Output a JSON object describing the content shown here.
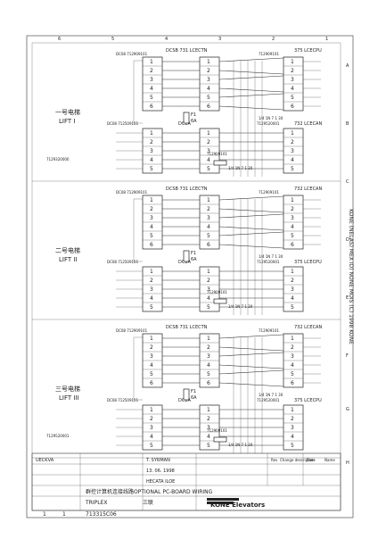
{
  "frame": {
    "top_columns": [
      "6",
      "5",
      "4",
      "3",
      "2",
      "1"
    ],
    "side_rows": [
      "A",
      "B",
      "C",
      "D",
      "E",
      "F",
      "G",
      "H"
    ],
    "vertical_title": "KONE (NELAS) MEX ID) NONE MOIS (C) 1998 KONE"
  },
  "lifts": [
    {
      "label_cn": "一号电梯",
      "label_en": "LIFT I",
      "left_top": {
        "code": "DC08  712909101",
        "header": "DCSB  731  LCECTN"
      },
      "right_top": {
        "code": "712909101",
        "header": "375  LCECPU"
      },
      "fuse": {
        "label": "F1",
        "value": "6A"
      },
      "ground": "1/4 1N 7 1 30",
      "left_bottom": {
        "code": "DC08  712509101",
        "header": "DC2A"
      },
      "right_bottom": {
        "code": "7129520001",
        "header": "732  LCECAN"
      },
      "misc": {
        "cable": "7129320000",
        "small": "712909101"
      }
    },
    {
      "label_cn": "二号电梯",
      "label_en": "LIFT II",
      "left_top": {
        "code": "DC08  712909101",
        "header": "DCSB  731  LCECTN"
      },
      "right_top": {
        "code": "712909101",
        "header": "732  LCECAN"
      },
      "fuse": {
        "label": "F1",
        "value": "6A"
      },
      "ground": "1/4 1N 7 1 30",
      "left_bottom": {
        "code": "DC08  712509101",
        "header": "DC2A"
      },
      "right_bottom": {
        "code": "7129520001",
        "header": "375  LCECPU"
      },
      "misc": {
        "cable": "",
        "small": "712909101"
      }
    },
    {
      "label_cn": "三号电梯",
      "label_en": "LIFT III",
      "left_top": {
        "code": "DC08  712909101",
        "header": "DCSB  731  LCECTN"
      },
      "right_top": {
        "code": "712909101",
        "header": "732  LCECAN"
      },
      "fuse": {
        "label": "F1",
        "value": "6A"
      },
      "ground": "1/4 1N 7 1 30",
      "left_bottom": {
        "code": "DC08  712509101",
        "header": "DC2A"
      },
      "right_bottom": {
        "code": "7129520001",
        "header": "375  LCECPU"
      },
      "misc": {
        "cable": "7129520001",
        "small": "712909101"
      }
    }
  ],
  "title_block": {
    "company": "KONE Elevators",
    "drawing_title_cn": "群控计算机连接线路",
    "drawing_title_en": "OPTIONAL PC-BOARD WIRING",
    "designed_by": "T. SYRMAN",
    "date": "13. 06. 1998",
    "approved": "HECATA ILOE",
    "checked": "UECKVA",
    "system": "TRIPLEX",
    "system_cn": "三联",
    "drawing_no": "713315C06",
    "sheet": "1",
    "page": "1",
    "rev_header": [
      "Rev",
      "Change description",
      "Date",
      "Name"
    ]
  }
}
